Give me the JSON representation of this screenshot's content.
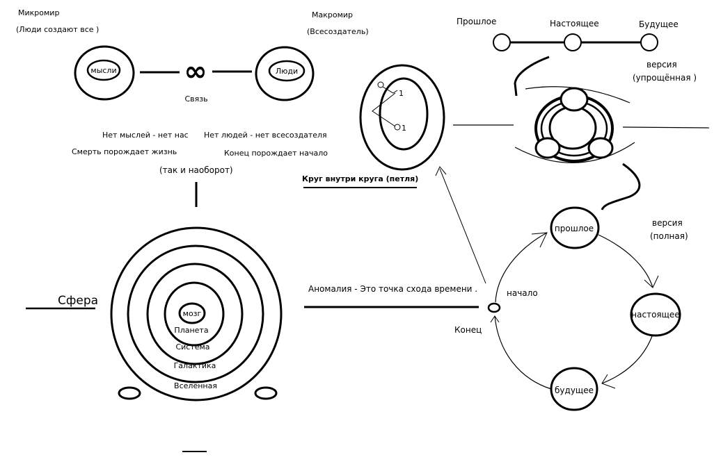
{
  "micro": {
    "title": "Микромир",
    "subtitle": "(Люди создают все )",
    "inner_label": "мысли"
  },
  "macro": {
    "title": "Макромир",
    "subtitle": "(Всесоздатель)",
    "inner_label": "Люди"
  },
  "link": {
    "symbol": "∞",
    "label": "Связь"
  },
  "statements": {
    "left_1": "Нет мыслей - нет нас",
    "left_2": "Смерть порождает жизнь",
    "right_1": "Нет людей -  нет всесоздателя",
    "right_2": "Конец порождает начало",
    "bottom": "(так и наоборот)"
  },
  "loop": {
    "title": "Круг внутри круга (петля)",
    "marker_1": "1",
    "marker_2": "1"
  },
  "timeline_simple": {
    "labels": [
      "Прошлое",
      "Настоящее",
      "Будущее"
    ],
    "version_word": "версия",
    "version_type": "(упрощённая )"
  },
  "sphere": {
    "title": "Сфера",
    "layers": [
      "мозг",
      "Планета",
      "Система",
      "Галактика",
      "Вселенная"
    ]
  },
  "anomaly": {
    "text": "Аномалия - Это точка схода времени ."
  },
  "cycle": {
    "start_label": "начало",
    "end_label": "Конец",
    "past": "прошлое",
    "present": "настоящее",
    "future": "будущее",
    "version_word": "версия",
    "version_type": "(полная)"
  },
  "colors": {
    "stroke": "#000000",
    "background": "#ffffff"
  }
}
